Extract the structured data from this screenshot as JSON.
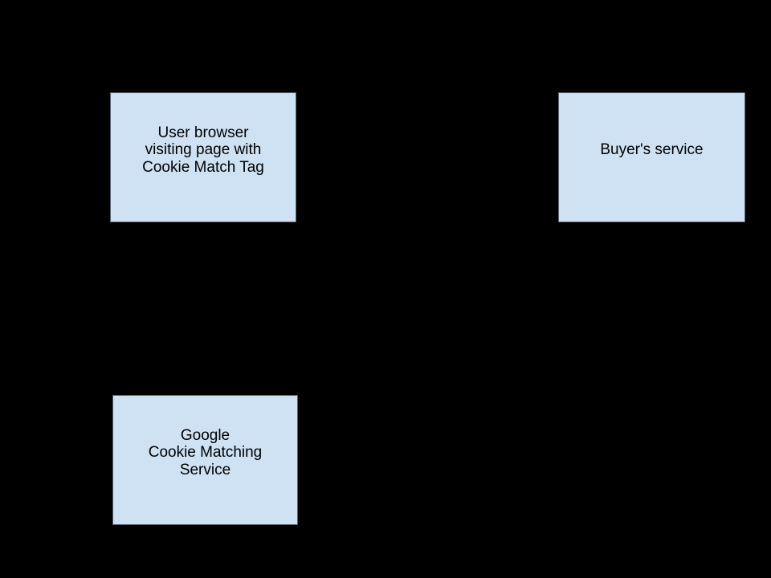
{
  "canvas": {
    "background": "#000000"
  },
  "diagram": {
    "style": {
      "box_fill": "#cfe2f3",
      "box_border": "#55616d",
      "text_color": "#000000"
    },
    "nodes": [
      {
        "id": "user-browser",
        "lines": [
          "User browser",
          "visiting page with",
          "Cookie Match Tag"
        ]
      },
      {
        "id": "buyers-service",
        "lines": [
          "Buyer's service"
        ]
      },
      {
        "id": "google-cookie-matching-service",
        "lines": [
          "Google",
          "Cookie Matching",
          "Service"
        ]
      }
    ]
  }
}
